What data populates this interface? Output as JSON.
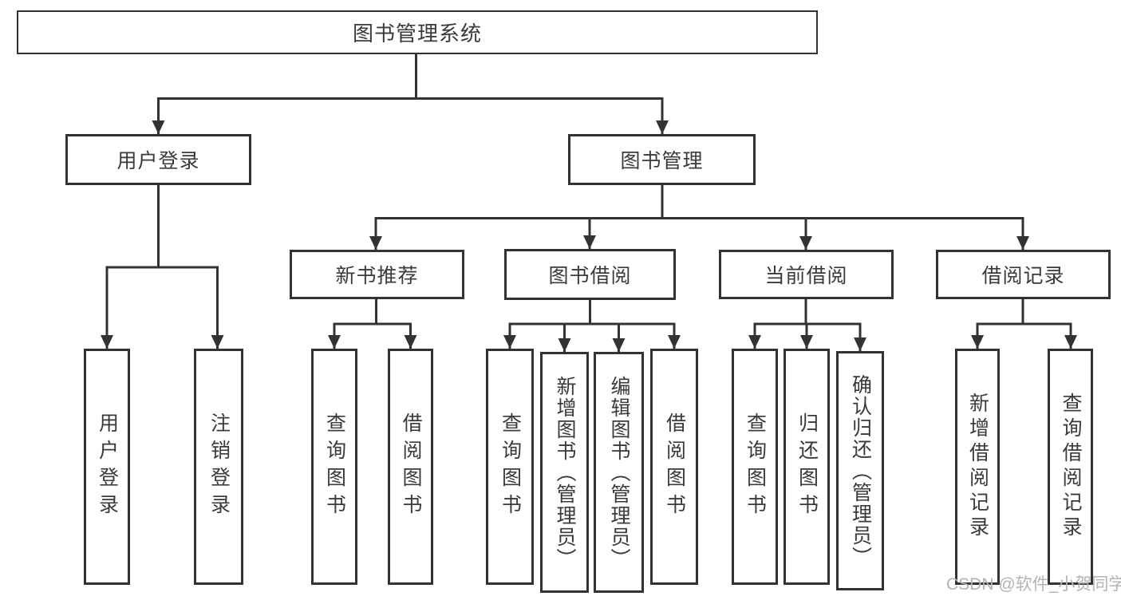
{
  "diagram_type": "hierarchy-tree",
  "colors": {
    "background": "#ffffff",
    "line": "#333333",
    "box_border": "#333333",
    "text": "#3a3a3a",
    "watermark": "#b3b3b3"
  },
  "tree": {
    "label": "图书管理系统",
    "children": [
      {
        "label": "用户登录",
        "children": [
          {
            "label": "用户登录"
          },
          {
            "label": "注销登录"
          }
        ]
      },
      {
        "label": "图书管理",
        "children": [
          {
            "label": "新书推荐",
            "children": [
              {
                "label": "查询图书"
              },
              {
                "label": "借阅图书"
              }
            ]
          },
          {
            "label": "图书借阅",
            "children": [
              {
                "label": "查询图书"
              },
              {
                "label": "新增图书（管理员）"
              },
              {
                "label": "编辑图书（管理员）"
              },
              {
                "label": "借阅图书"
              }
            ]
          },
          {
            "label": "当前借阅",
            "children": [
              {
                "label": "查询图书"
              },
              {
                "label": "归还图书"
              },
              {
                "label": "确认归还（管理员）"
              }
            ]
          },
          {
            "label": "借阅记录",
            "children": [
              {
                "label": "新增借阅记录"
              },
              {
                "label": "查询借阅记录"
              }
            ]
          }
        ]
      }
    ]
  },
  "watermark": {
    "text": "CSDN @软件_小贺同学"
  }
}
